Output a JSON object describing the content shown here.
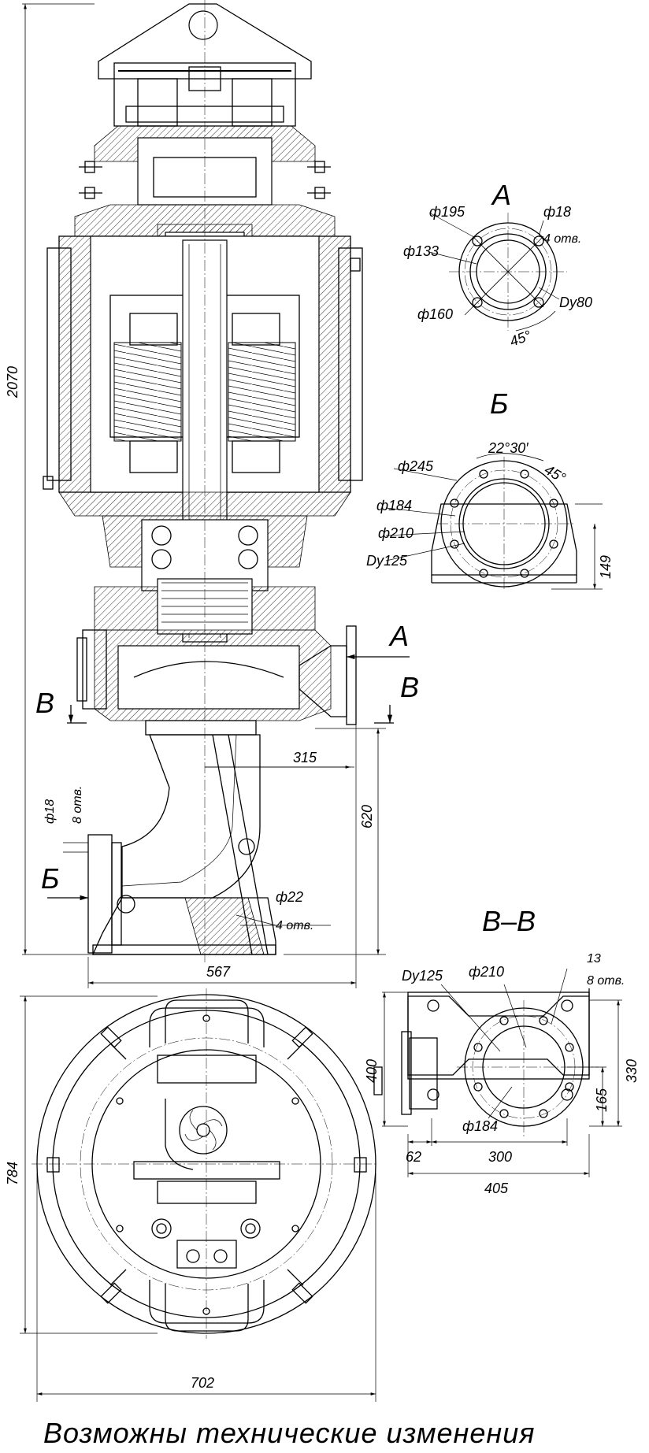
{
  "overall": {
    "height": "2070",
    "bottom_length": "567",
    "dim_315": "315",
    "dim_620": "620",
    "hole_dia": "ф18",
    "hole_count": "8 отв.",
    "foot_hole_dia": "ф22",
    "foot_hole_count": "4 отв."
  },
  "section_marks": {
    "a_right": "А",
    "v_left": "В",
    "v_right": "В",
    "b_left": "Б"
  },
  "view_a": {
    "title": "А",
    "d195": "ф195",
    "d18": "ф18",
    "holes": "4 отв.",
    "d133": "ф133",
    "dy80": "Dy80",
    "d160": "ф160",
    "angle": "45°"
  },
  "view_b": {
    "title": "Б",
    "angle_22": "22°30′",
    "angle_45": "45°",
    "d245": "ф245",
    "d184": "ф184",
    "d210": "ф210",
    "dy125": "Dy125",
    "h149": "149"
  },
  "view_vv": {
    "title": "В–В",
    "dy125": "Dy125",
    "d210": "ф210",
    "n13": "13",
    "holes": "8 отв.",
    "h400": "400",
    "h330": "330",
    "h165": "165",
    "d184": "ф184",
    "w62": "62",
    "w300": "300",
    "w405": "405"
  },
  "plan_view": {
    "height": "784",
    "width": "702"
  },
  "footer": {
    "note": "Возможны технические изменения"
  }
}
